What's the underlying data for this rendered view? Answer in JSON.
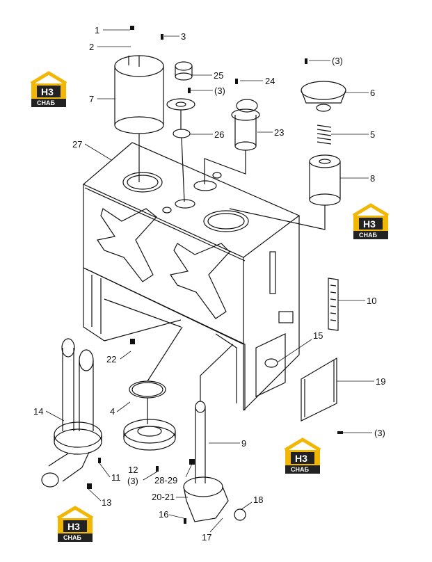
{
  "labels": {
    "l1": "1",
    "l2": "2",
    "l3": "3",
    "l3a": "(3)",
    "l3b": "(3)",
    "l3c": "(3)",
    "l3d": "(3)",
    "l4": "4",
    "l5": "5",
    "l6": "6",
    "l7": "7",
    "l8": "8",
    "l9": "9",
    "l10": "10",
    "l11": "11",
    "l12": "12",
    "l13": "13",
    "l14": "14",
    "l15": "15",
    "l16": "16",
    "l17": "17",
    "l18": "18",
    "l19": "19",
    "l20": "20-21",
    "l22": "22",
    "l23": "23",
    "l24": "24",
    "l25": "25",
    "l26": "26",
    "l27": "27",
    "l28": "28-29"
  },
  "logo": {
    "main": "H3",
    "sub": "СНАБ",
    "colors": {
      "yellow": "#f2b705",
      "dark": "#222222"
    }
  }
}
